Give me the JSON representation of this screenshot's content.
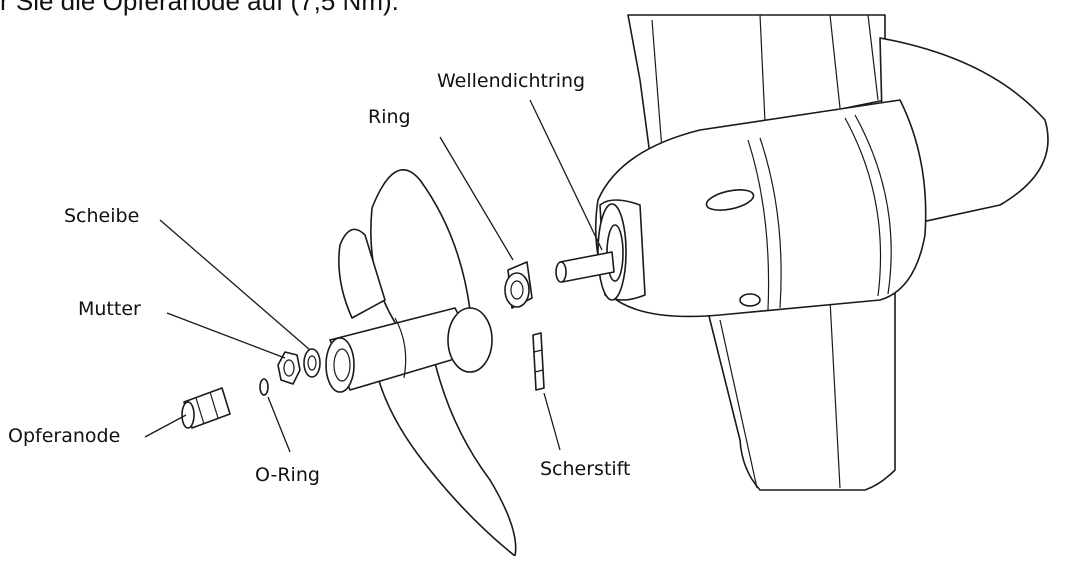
{
  "header": {
    "instruction_fragment": "r Sie die Opferanode auf (7,5 Nm)."
  },
  "labels": {
    "wellendichtring": "Wellendichtring",
    "ring": "Ring",
    "scheibe": "Scheibe",
    "mutter": "Mutter",
    "opferanode": "Opferanode",
    "o_ring": "O-Ring",
    "scherstift": "Scherstift"
  }
}
